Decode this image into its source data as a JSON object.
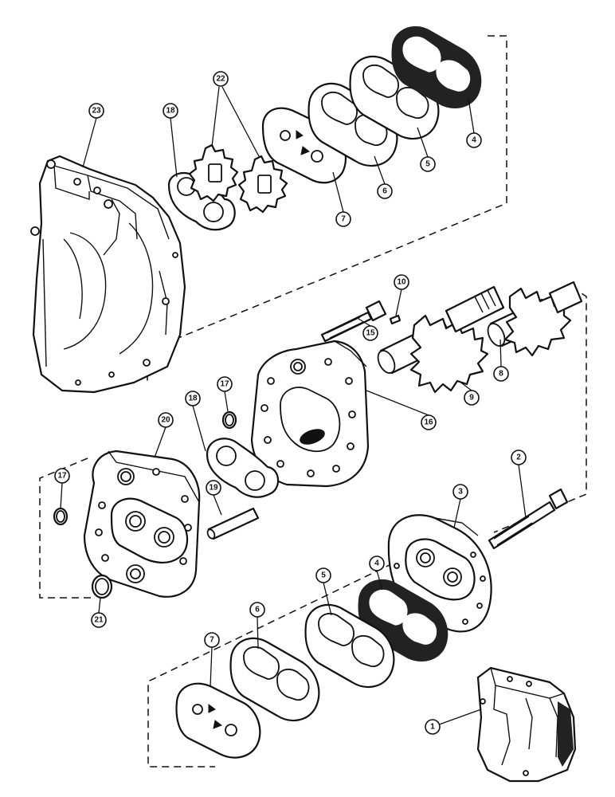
{
  "callouts": {
    "c1": "1",
    "c2": "2",
    "c3": "3",
    "c4a": "4",
    "c4b": "4",
    "c5a": "5",
    "c5b": "5",
    "c6a": "6",
    "c6b": "6",
    "c7a": "7",
    "c7b": "7",
    "c8": "8",
    "c9": "9",
    "c10": "10",
    "c15": "15",
    "c16": "16",
    "c17a": "17",
    "c17b": "17",
    "c18a": "18",
    "c18b": "18",
    "c19": "19",
    "c20": "20",
    "c21": "21",
    "c22": "22",
    "c23": "23"
  }
}
